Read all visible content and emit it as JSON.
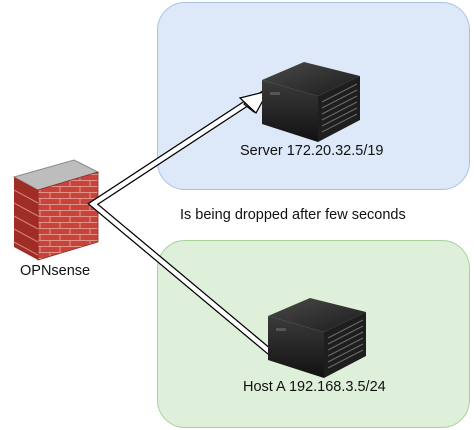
{
  "firewall": {
    "label": "OPNsense",
    "icon": "firewall-brick-wall-icon"
  },
  "server": {
    "label": "Server 172.20.32.5/19",
    "icon": "server-icon",
    "zone_color": "#dde9f8"
  },
  "host": {
    "label": "Host A 192.168.3.5/24",
    "icon": "server-icon",
    "zone_color": "#dff0da"
  },
  "message": "Is being dropped after few seconds",
  "colors": {
    "brick": "#c0392b",
    "server_body": "#2b2b2b"
  }
}
